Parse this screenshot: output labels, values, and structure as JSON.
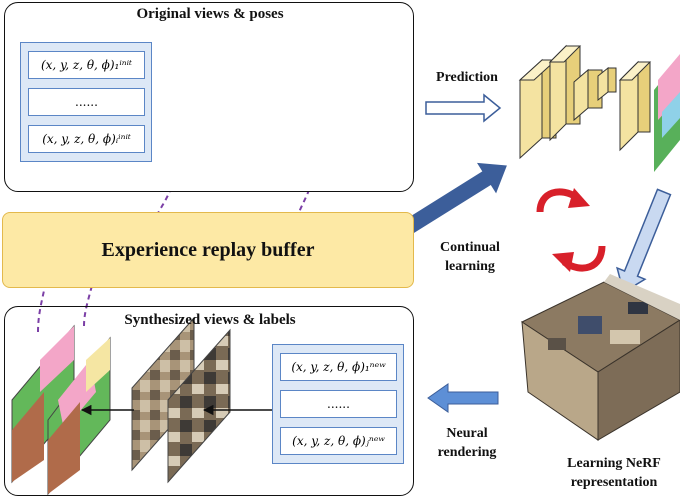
{
  "top_panel": {
    "title": "Original views & poses",
    "poses": [
      "(x, y, z, θ, ϕ)₁ⁱⁿⁱᵗ",
      "......",
      "(x, y, z, θ, ϕ)ᵢⁱⁿⁱᵗ"
    ]
  },
  "buffer": {
    "label": "Experience replay buffer"
  },
  "bottom_panel": {
    "title": "Synthesized views & labels",
    "poses": [
      "(x, y, z, θ, ϕ)₁ⁿᵉʷ",
      "......",
      "(x, y, z, θ, ϕ)ⱼⁿᵉʷ"
    ]
  },
  "labels": {
    "prediction": "Prediction",
    "continual": [
      "Continual",
      "learning"
    ],
    "neural": [
      "Neural",
      "rendering"
    ],
    "nerf": [
      "Learning NeRF",
      "representation"
    ]
  },
  "colors": {
    "buffer_fill": "#fde9a5",
    "buffer_border": "#e3b94c",
    "pose_box": "#dde8f6",
    "pose_border": "#5b86c6",
    "cnn_block": "#f4e3a1",
    "arrow_dark": "#3c5e9a",
    "arrow_light": "#c9d9f1",
    "cycle_red": "#d8202a",
    "dashed_purple": "#7b3fa6"
  },
  "icons": [
    "dots-icon",
    "right-arrow-icon",
    "dashed-arrow-icon",
    "cycle-arrows-icon"
  ]
}
